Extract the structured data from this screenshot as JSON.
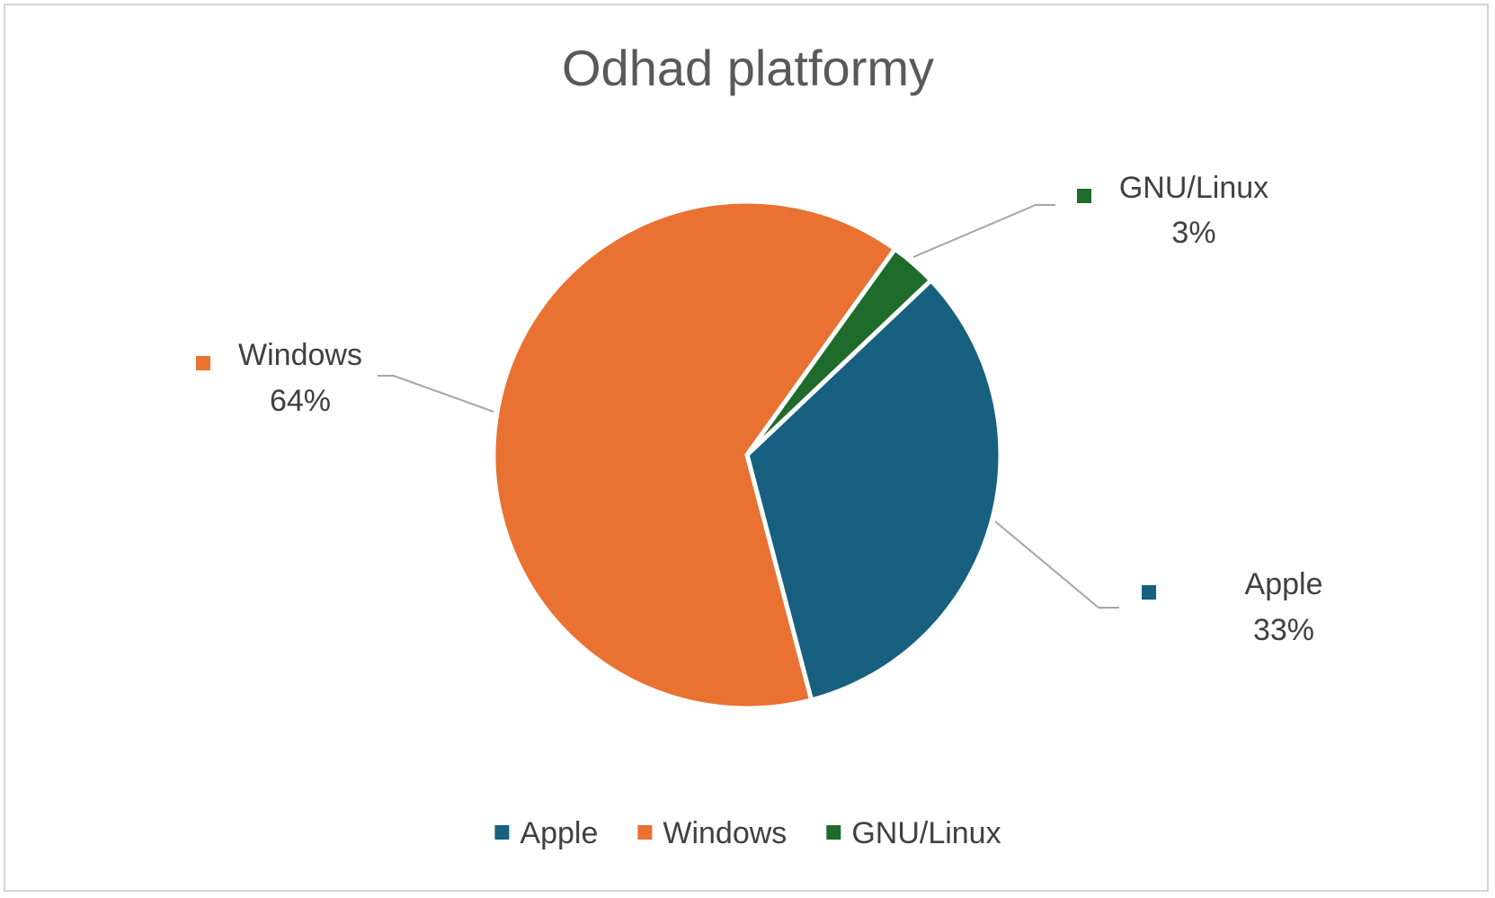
{
  "chart_data": {
    "type": "pie",
    "title": "Odhad platformy",
    "categories": [
      "Apple",
      "Windows",
      "GNU/Linux"
    ],
    "values": [
      33,
      64,
      3
    ],
    "value_labels": [
      "33%",
      "64%",
      "3%"
    ],
    "colors": [
      "#17607f",
      "#e97132",
      "#1e6b2b"
    ],
    "legend_position": "bottom",
    "data_labels": "outside with leader lines"
  }
}
